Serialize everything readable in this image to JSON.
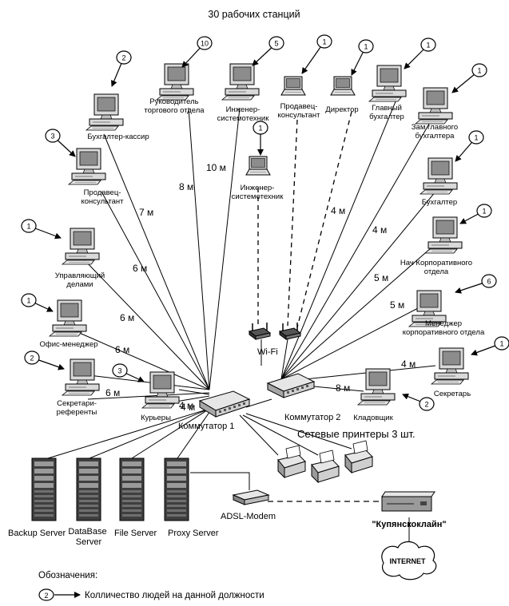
{
  "title": "30 рабочих станций",
  "workstations": [
    {
      "id": "buh-kassir",
      "lines": [
        "Бухгалтер-кассир"
      ],
      "count": "2",
      "kind": "pc"
    },
    {
      "id": "ruk-torg",
      "lines": [
        "Руководитель",
        "торгового отдела"
      ],
      "count": "10",
      "kind": "pc"
    },
    {
      "id": "ing-sys-top",
      "lines": [
        "Инженер-",
        "системотехник"
      ],
      "count": "5",
      "kind": "pc"
    },
    {
      "id": "prod-kons-top",
      "lines": [
        "Продавец-",
        "консультант"
      ],
      "count": "1",
      "kind": "laptop"
    },
    {
      "id": "director",
      "lines": [
        "Директор"
      ],
      "count": "1",
      "kind": "laptop"
    },
    {
      "id": "glav-buh",
      "lines": [
        "Главный",
        "бухгалтер"
      ],
      "count": "1",
      "kind": "pc"
    },
    {
      "id": "zam-glav-buh",
      "lines": [
        "Зам главного",
        "бухгалтера"
      ],
      "count": "1",
      "kind": "pc"
    },
    {
      "id": "prod-kons-left",
      "lines": [
        "Продавец-",
        "консультант"
      ],
      "count": "3",
      "kind": "pc"
    },
    {
      "id": "ing-sys-wifi",
      "lines": [
        "Инженер-",
        "системотехник"
      ],
      "count": "1",
      "kind": "laptop"
    },
    {
      "id": "buhgalter",
      "lines": [
        "Бухгалтер"
      ],
      "count": "1",
      "kind": "pc"
    },
    {
      "id": "upr-delami",
      "lines": [
        "Управляющий",
        "делами"
      ],
      "count": "1",
      "kind": "pc"
    },
    {
      "id": "nach-korp",
      "lines": [
        "Нач Корпоративного",
        "отдела"
      ],
      "count": "1",
      "kind": "pc"
    },
    {
      "id": "menedzher-korp",
      "lines": [
        "Менеджер",
        "корпоративного отдела"
      ],
      "count": "6",
      "kind": "pc"
    },
    {
      "id": "ofis-men",
      "lines": [
        "Офис-менеджер"
      ],
      "count": "1",
      "kind": "pc"
    },
    {
      "id": "sekretar",
      "lines": [
        "Секретарь"
      ],
      "count": "1",
      "kind": "pc"
    },
    {
      "id": "sekr-ref",
      "lines": [
        "Секретари-",
        "референты"
      ],
      "count": "2",
      "kind": "pc"
    },
    {
      "id": "kurery",
      "lines": [
        "Курьеры"
      ],
      "count": "3",
      "kind": "pc"
    },
    {
      "id": "kladovshik",
      "lines": [
        "Кладовщик"
      ],
      "count": "2",
      "kind": "pc"
    }
  ],
  "distances": [
    "7 м",
    "8 м",
    "10 м",
    "6 м",
    "6 м",
    "6 м",
    "6 м",
    "4 м",
    "4 м",
    "4 м",
    "5 м",
    "5 м",
    "4 м",
    "8 м",
    "4 м"
  ],
  "switch1_label": "Коммутатор 1",
  "switch2_label": "Коммутатор 2",
  "wifi_label": "Wi-Fi",
  "printers_label": "Сетевые принтеры 3 шт.",
  "servers": [
    "Backup Server",
    "DataBase Server",
    "File Server",
    "Proxy Server"
  ],
  "modem_label": "ADSL-Modem",
  "isp_label": "\"Купянскоклайн\"",
  "internet_label": "INTERNET",
  "legend_title": "Обозначения:",
  "legend_count": "2",
  "legend_text": "Колличество людей на данной должности",
  "colors": {
    "line": "#000000",
    "device": "#d9d9d9",
    "device_dark": "#7f7f7f",
    "screen": "#9a9a9a"
  }
}
